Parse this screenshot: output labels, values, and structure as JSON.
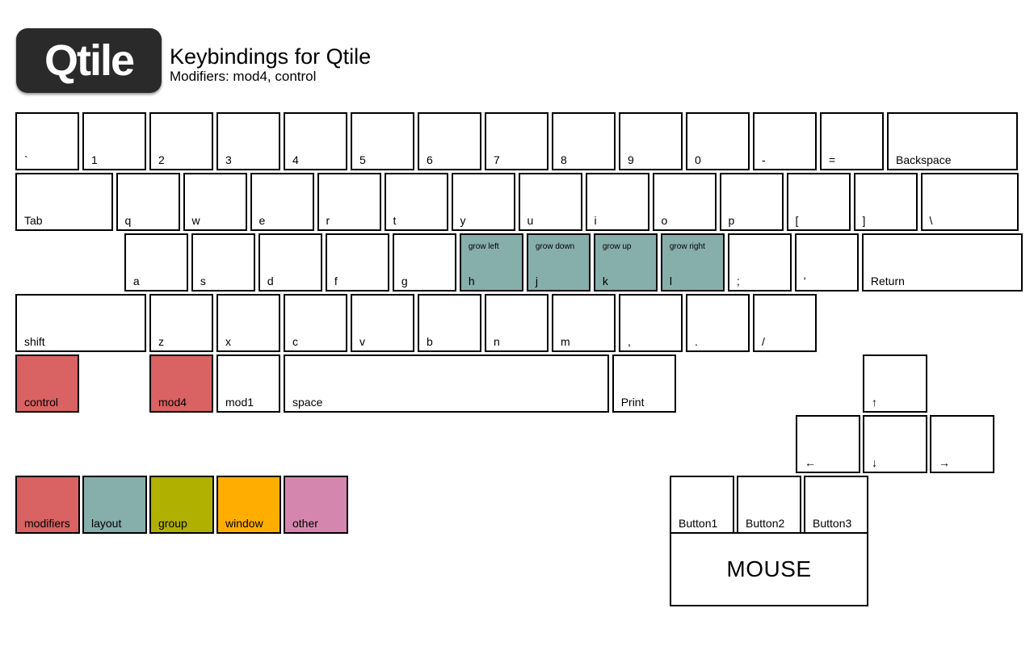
{
  "header": {
    "logo_text": "Qtile",
    "title": "Keybindings for Qtile",
    "subtitle": "Modifiers: mod4, control"
  },
  "colors": {
    "modifiers": "#d96262",
    "layout": "#86aeab",
    "group": "#b0b000",
    "window": "#ffae00",
    "other": "#d586ae",
    "default": "#ffffff",
    "logo_bg": "#2a2a2a"
  },
  "rows": [
    [
      {
        "label": "`",
        "w": 1
      },
      {
        "label": "1",
        "w": 1
      },
      {
        "label": "2",
        "w": 1
      },
      {
        "label": "3",
        "w": 1
      },
      {
        "label": "4",
        "w": 1
      },
      {
        "label": "5",
        "w": 1
      },
      {
        "label": "6",
        "w": 1
      },
      {
        "label": "7",
        "w": 1
      },
      {
        "label": "8",
        "w": 1
      },
      {
        "label": "9",
        "w": 1
      },
      {
        "label": "0",
        "w": 1
      },
      {
        "label": "-",
        "w": 1
      },
      {
        "label": "=",
        "w": 1
      },
      {
        "label": "Backspace",
        "w": 2
      }
    ],
    [
      {
        "label": "Tab",
        "w": 1.5
      },
      {
        "label": "q",
        "w": 1
      },
      {
        "label": "w",
        "w": 1
      },
      {
        "label": "e",
        "w": 1
      },
      {
        "label": "r",
        "w": 1
      },
      {
        "label": "t",
        "w": 1
      },
      {
        "label": "y",
        "w": 1
      },
      {
        "label": "u",
        "w": 1
      },
      {
        "label": "i",
        "w": 1
      },
      {
        "label": "o",
        "w": 1
      },
      {
        "label": "p",
        "w": 1
      },
      {
        "label": "[",
        "w": 1
      },
      {
        "label": "]",
        "w": 1
      },
      {
        "label": "\\",
        "w": 1.5
      }
    ],
    [
      {
        "spacer": 1.625
      },
      {
        "label": "a",
        "w": 1
      },
      {
        "label": "s",
        "w": 1
      },
      {
        "label": "d",
        "w": 1
      },
      {
        "label": "f",
        "w": 1
      },
      {
        "label": "g",
        "w": 1
      },
      {
        "label": "h",
        "w": 1,
        "desc": "grow left",
        "cat": "layout"
      },
      {
        "label": "j",
        "w": 1,
        "desc": "grow down",
        "cat": "layout"
      },
      {
        "label": "k",
        "w": 1,
        "desc": "grow up",
        "cat": "layout"
      },
      {
        "label": "l",
        "w": 1,
        "desc": "grow right",
        "cat": "layout"
      },
      {
        "label": ";",
        "w": 1
      },
      {
        "label": "'",
        "w": 1
      },
      {
        "label": "Return",
        "w": 2.45
      }
    ],
    [
      {
        "label": "shift",
        "w": 2
      },
      {
        "label": "z",
        "w": 1
      },
      {
        "label": "x",
        "w": 1
      },
      {
        "label": "c",
        "w": 1
      },
      {
        "label": "v",
        "w": 1
      },
      {
        "label": "b",
        "w": 1
      },
      {
        "label": "n",
        "w": 1
      },
      {
        "label": "m",
        "w": 1
      },
      {
        "label": ",",
        "w": 1
      },
      {
        "label": ".",
        "w": 1
      },
      {
        "label": "/",
        "w": 1
      }
    ],
    [
      {
        "label": "control",
        "w": 1,
        "cat": "modifiers"
      },
      {
        "spacer": 1
      },
      {
        "label": "mod4",
        "w": 1,
        "cat": "modifiers"
      },
      {
        "label": "mod1",
        "w": 1
      },
      {
        "label": "space",
        "w": 4.9
      },
      {
        "label": "Print",
        "w": 1
      }
    ]
  ],
  "arrows": {
    "up": "↑",
    "left": "←",
    "down": "↓",
    "right": "→"
  },
  "legend": [
    {
      "label": "modifiers",
      "cat": "modifiers"
    },
    {
      "label": "layout",
      "cat": "layout"
    },
    {
      "label": "group",
      "cat": "group"
    },
    {
      "label": "window",
      "cat": "window"
    },
    {
      "label": "other",
      "cat": "other"
    }
  ],
  "mouse": {
    "buttons": [
      "Button1",
      "Button2",
      "Button3"
    ],
    "label": "MOUSE"
  }
}
